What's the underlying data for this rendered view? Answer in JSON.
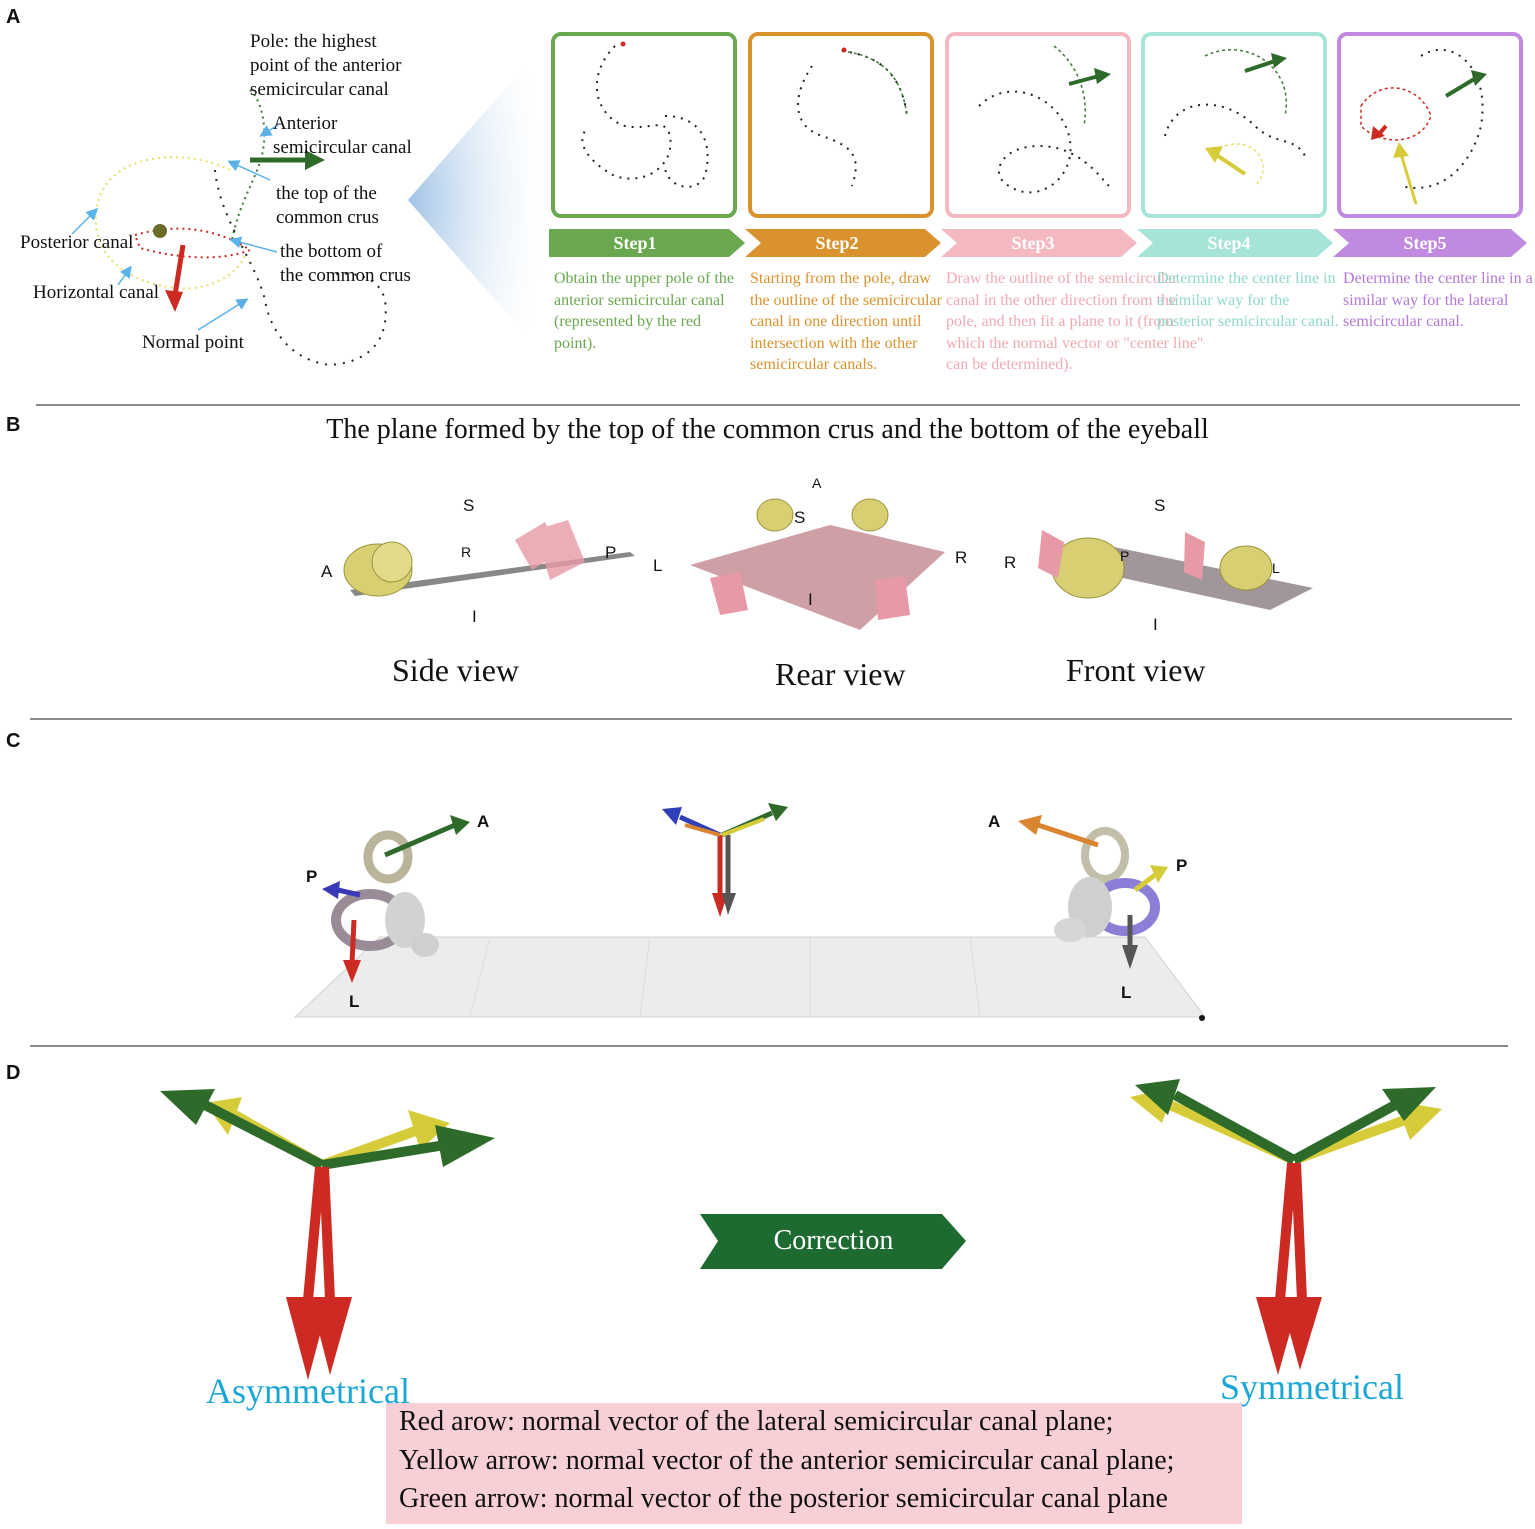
{
  "panels": {
    "a": "A",
    "b": "B",
    "c": "C",
    "d": "D"
  },
  "panel_a": {
    "labels": {
      "pole": [
        "Pole: the highest",
        "point of the anterior",
        "semicircular canal"
      ],
      "anterior": [
        "Anterior",
        "semicircular canal"
      ],
      "top_crus": [
        "the top of the",
        "common crus"
      ],
      "bottom_crus": [
        "the bottom of",
        "the common crus"
      ],
      "posterior": "Posterior canal",
      "horizontal": "Horizontal canal",
      "normal": "Normal point"
    },
    "steps": [
      {
        "tag": "Step1",
        "color": "#6aa84f",
        "desc": "Obtain the upper pole of the anterior semicircular canal (represented by the red point)."
      },
      {
        "tag": "Step2",
        "color": "#d9922e",
        "desc": "Starting from the pole, draw the outline of the semicircular canal in one direction until intersection with the other semicircular canals."
      },
      {
        "tag": "Step3",
        "color": "#f3b8c0",
        "desc": "Draw the outline of the semicircular canal in the other direction from the pole, and then fit a plane to it (from which the normal vector or \"center line\" can be determined)."
      },
      {
        "tag": "Step4",
        "color": "#a6e3d9",
        "desc": "Determine the center line in a similar way for the posterior semicircular canal."
      },
      {
        "tag": "Step5",
        "color": "#c08ae0",
        "desc": "Determine the center line in a similar way for the lateral semicircular canal."
      }
    ]
  },
  "panel_b": {
    "title": "The plane formed by the top of the common crus and the bottom of the eyeball",
    "side": {
      "caption": "Side view",
      "S": "S",
      "A": "A",
      "R": "R",
      "P": "P",
      "I": "I"
    },
    "rear": {
      "caption": "Rear view",
      "A": "A",
      "S": "S",
      "L": "L",
      "R": "R",
      "I": "I"
    },
    "front": {
      "caption": "Front view",
      "S": "S",
      "R": "R",
      "P": "P",
      "L": "L",
      "I": "I"
    }
  },
  "panel_c": {
    "left": {
      "A": "A",
      "P": "P",
      "L": "L"
    },
    "right": {
      "A": "A",
      "P": "P",
      "L": "L"
    }
  },
  "panel_d": {
    "correction": "Correction",
    "asym": "Asymmetrical",
    "sym": "Symmetrical",
    "legend": [
      "Red arow: normal vector  of the lateral semicircular canal plane;",
      "Yellow arrow: normal vector of the anterior semicircular canal plane;",
      "Green arrow: normal vector of the posterior  semicircular canal plane"
    ]
  },
  "colors": {
    "red": "#cc2a22",
    "yellow": "#d6cc3a",
    "green": "#2e6b2a",
    "blue": "#1aa6d6",
    "pink": "#f7cfd4",
    "correction": "#1e6b32"
  }
}
